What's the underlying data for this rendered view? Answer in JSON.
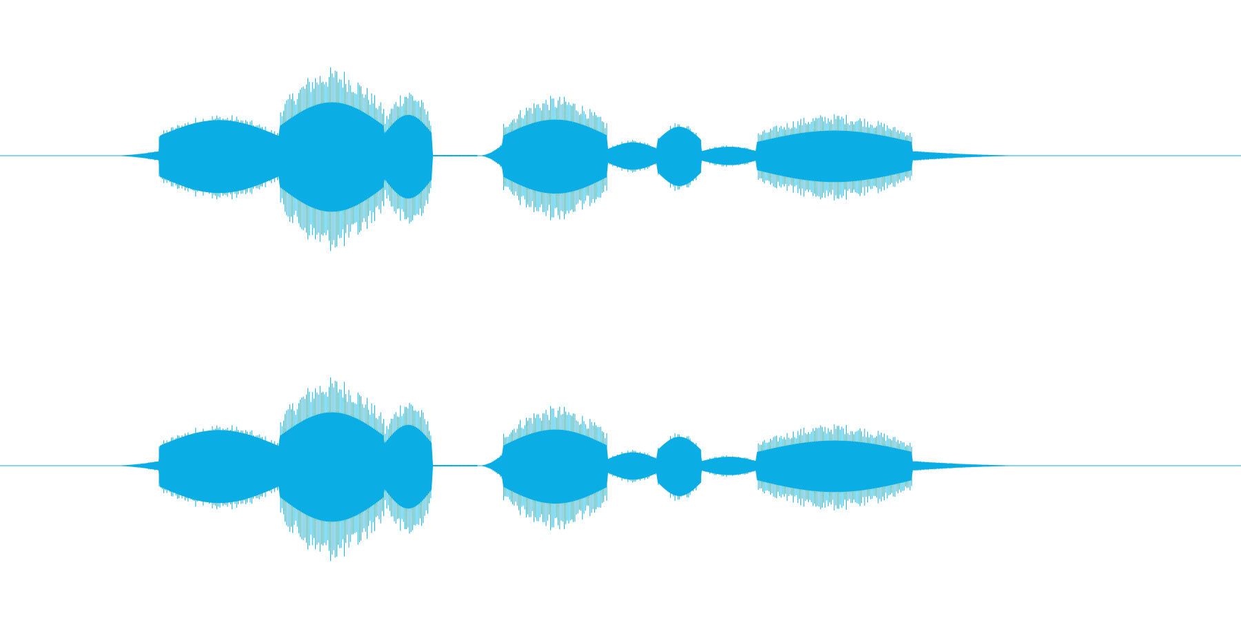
{
  "waveform": {
    "color": "#0aaee4",
    "channel_count": 2,
    "channel_labels": [
      "",
      ""
    ],
    "segments": [
      {
        "start": 0.087,
        "end": 0.128,
        "peak": 0.04,
        "style": "onset"
      },
      {
        "start": 0.128,
        "end": 0.225,
        "peak": 0.32,
        "style": "dense"
      },
      {
        "start": 0.225,
        "end": 0.31,
        "peak": 0.68,
        "style": "spiky"
      },
      {
        "start": 0.31,
        "end": 0.348,
        "peak": 0.52,
        "style": "spiky"
      },
      {
        "start": 0.348,
        "end": 0.385,
        "peak": 0.02,
        "style": "silence"
      },
      {
        "start": 0.385,
        "end": 0.405,
        "peak": 0.1,
        "style": "onset"
      },
      {
        "start": 0.405,
        "end": 0.49,
        "peak": 0.46,
        "style": "spiky"
      },
      {
        "start": 0.49,
        "end": 0.53,
        "peak": 0.12,
        "style": "noise"
      },
      {
        "start": 0.53,
        "end": 0.565,
        "peak": 0.26,
        "style": "dense"
      },
      {
        "start": 0.565,
        "end": 0.61,
        "peak": 0.08,
        "style": "noise"
      },
      {
        "start": 0.61,
        "end": 0.735,
        "peak": 0.32,
        "style": "spiky"
      },
      {
        "start": 0.735,
        "end": 0.84,
        "peak": 0.04,
        "style": "decay"
      }
    ]
  }
}
